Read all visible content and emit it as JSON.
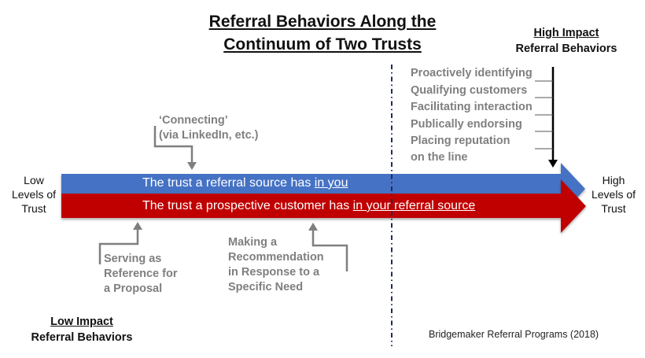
{
  "title": {
    "line1": "Referral Behaviors Along the",
    "line2": "Continuum of Two Trusts"
  },
  "high_impact": {
    "heading_line1": "High Impact",
    "heading_line2": "Referral Behaviors",
    "items": [
      "Proactively identifying",
      "Qualifying customers",
      "Facilitating interaction",
      "Publically endorsing",
      "Placing reputation",
      "on the line"
    ]
  },
  "low_impact": {
    "heading_line1": "Low Impact",
    "heading_line2": "Referral Behaviors"
  },
  "left_label": [
    "Low",
    "Levels of",
    "Trust"
  ],
  "right_label": [
    "High",
    "Levels of",
    "Trust"
  ],
  "bars": {
    "blue": {
      "text": "The trust a referral source has ",
      "underlined": "in you",
      "color": "#4472c4"
    },
    "red": {
      "text": "The trust a prospective customer has ",
      "underlined": "in your referral source",
      "color": "#c00000"
    }
  },
  "callouts": {
    "connecting": "‘Connecting’\n(via LinkedIn, etc.)",
    "reference": "Serving as\nReference for\na Proposal",
    "recommendation": "Making a\nRecommendation\nin Response to a\nSpecific Need"
  },
  "credit": "Bridgemaker Referral Programs (2018)",
  "colors": {
    "callout_gray": "#7f7f7f",
    "divider_navy": "#1f2d55"
  }
}
